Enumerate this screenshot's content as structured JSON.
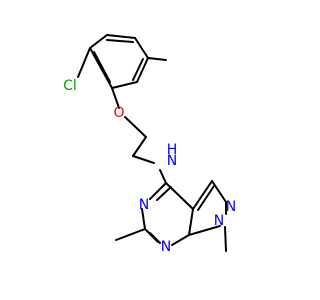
{
  "molecule": {
    "atoms": {
      "cl": {
        "label": "Cl",
        "color": "#00a000"
      },
      "o": {
        "label": "O",
        "color": "#ff0000"
      },
      "nh": {
        "label": "H",
        "color": "#0000ff"
      },
      "nh_n": {
        "label": "N",
        "color": "#0000ff"
      },
      "n5": {
        "label": "N",
        "color": "#0000ff"
      },
      "n7": {
        "label": "N",
        "color": "#0000ff"
      },
      "n2": {
        "label": "N",
        "color": "#0000ff"
      },
      "n1": {
        "label": "N",
        "color": "#0000ff"
      }
    },
    "bond_color": "#000000"
  }
}
